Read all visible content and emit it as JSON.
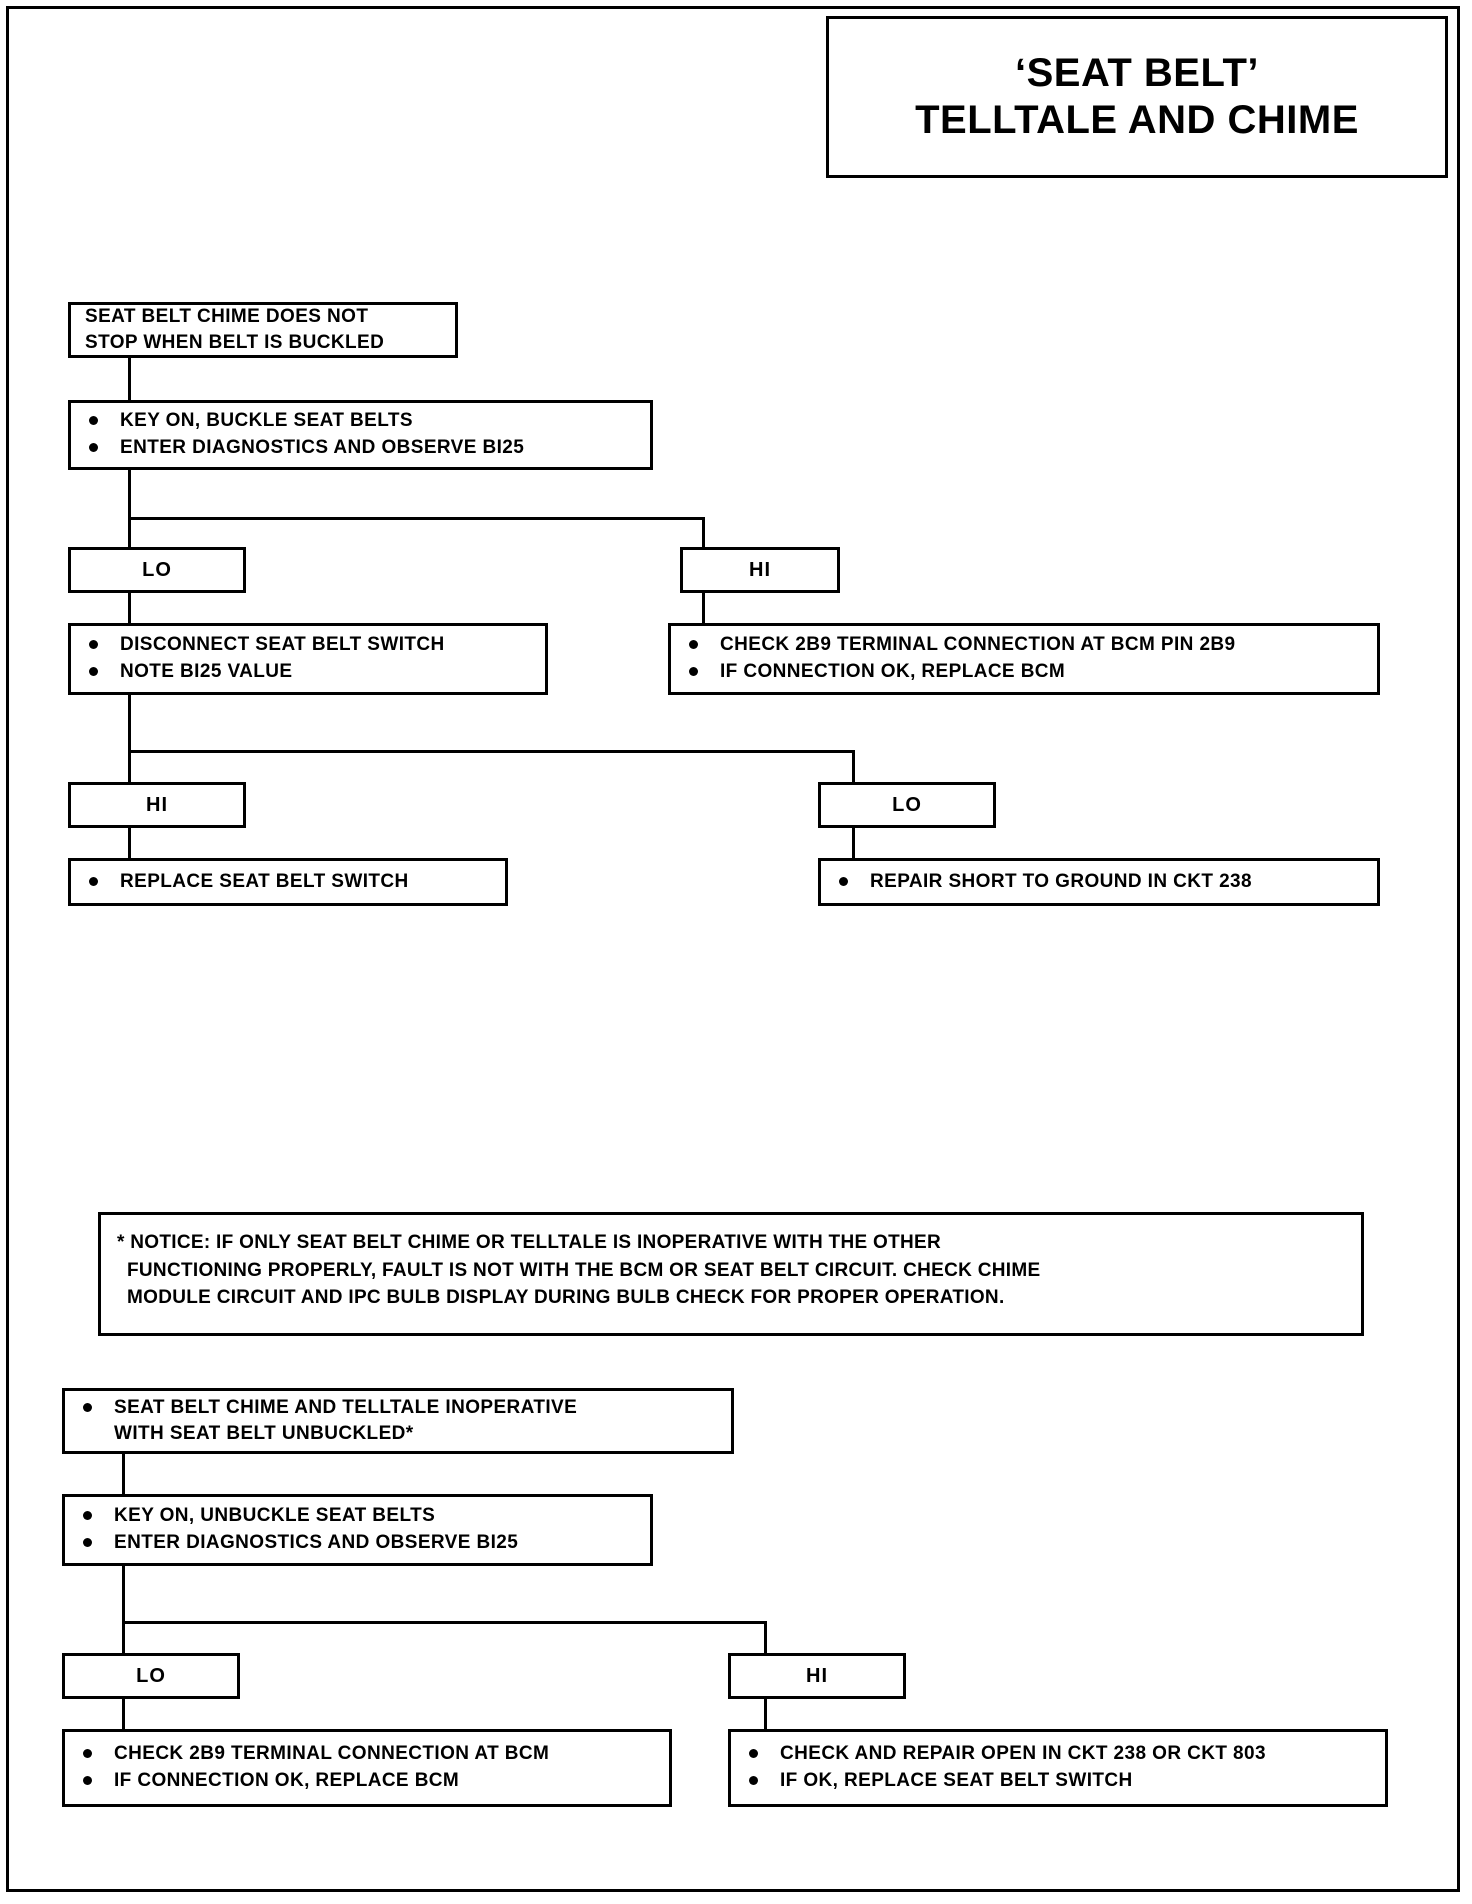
{
  "title": {
    "line1": "‘SEAT BELT’",
    "line2": "TELLTALE AND CHIME"
  },
  "section_one": {
    "problem": {
      "line1": "SEAT BELT CHIME DOES NOT",
      "line2": "STOP WHEN BELT IS BUCKLED"
    },
    "step_one": {
      "bullet1": "KEY ON, BUCKLE SEAT BELTS",
      "bullet2": "ENTER DIAGNOSTICS AND OBSERVE BI25"
    },
    "branch_lo_label": "LO",
    "branch_hi_label": "HI",
    "lo_actions": {
      "bullet1": "DISCONNECT SEAT BELT SWITCH",
      "bullet2": "NOTE BI25 VALUE"
    },
    "hi_actions": {
      "bullet1": "CHECK 2B9 TERMINAL CONNECTION AT BCM PIN 2B9",
      "bullet2": "IF CONNECTION OK,  REPLACE BCM"
    },
    "sub_hi_label": "HI",
    "sub_lo_label": "LO",
    "sub_hi_action": "REPLACE SEAT BELT SWITCH",
    "sub_lo_action": "REPAIR SHORT TO GROUND IN CKT 238"
  },
  "notice": {
    "line1": "* NOTICE:     IF ONLY SEAT BELT CHIME OR TELLTALE IS INOPERATIVE WITH  THE  OTHER",
    "line2": "FUNCTIONING PROPERLY, FAULT IS NOT WITH THE BCM OR SEAT BELT CIRCUIT.  CHECK CHIME",
    "line3": "MODULE CIRCUIT AND IPC BULB DISPLAY DURING BULB CHECK FOR PROPER OPERATION."
  },
  "section_two": {
    "problem": {
      "line1": "SEAT BELT CHIME AND TELLTALE INOPERATIVE",
      "line2": "WITH SEAT BELT UNBUCKLED*"
    },
    "step_one": {
      "bullet1": "KEY ON, UNBUCKLE SEAT BELTS",
      "bullet2": "ENTER DIAGNOSTICS AND OBSERVE BI25"
    },
    "branch_lo_label": "LO",
    "branch_hi_label": "HI",
    "lo_actions": {
      "bullet1": "CHECK 2B9 TERMINAL CONNECTION AT BCM",
      "bullet2": "IF CONNECTION OK, REPLACE BCM"
    },
    "hi_actions": {
      "bullet1": "CHECK AND REPAIR OPEN IN CKT 238 OR CKT 803",
      "bullet2": "IF OK, REPLACE SEAT BELT SWITCH"
    }
  },
  "colors": {
    "ink": "#000000",
    "paper": "#ffffff"
  }
}
